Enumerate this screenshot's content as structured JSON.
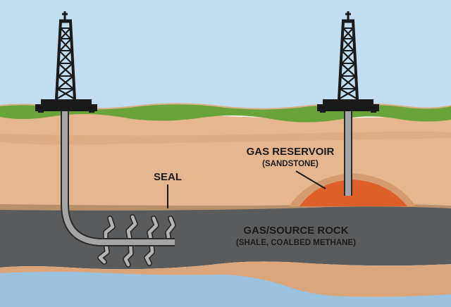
{
  "labels": {
    "seal": "SEAL",
    "gas_reservoir": "GAS RESERVOIR",
    "gas_reservoir_sub": "(SANDSTONE)",
    "source_rock": "GAS/SOURCE ROCK",
    "source_rock_sub": "(SHALE, COALBED METHANE)"
  },
  "colors": {
    "sky": "#c3ddf0",
    "grass": "#6aa33a",
    "upper_soil": "#e6b68e",
    "shale": "#5a5b5d",
    "reservoir": "#de5f2a",
    "water": "#9bc3df",
    "rig": "#1a1a1a",
    "pipe": "#a5a5a5"
  },
  "icons": {
    "left_rig": "drilling-rig-icon",
    "right_rig": "drilling-rig-icon"
  }
}
